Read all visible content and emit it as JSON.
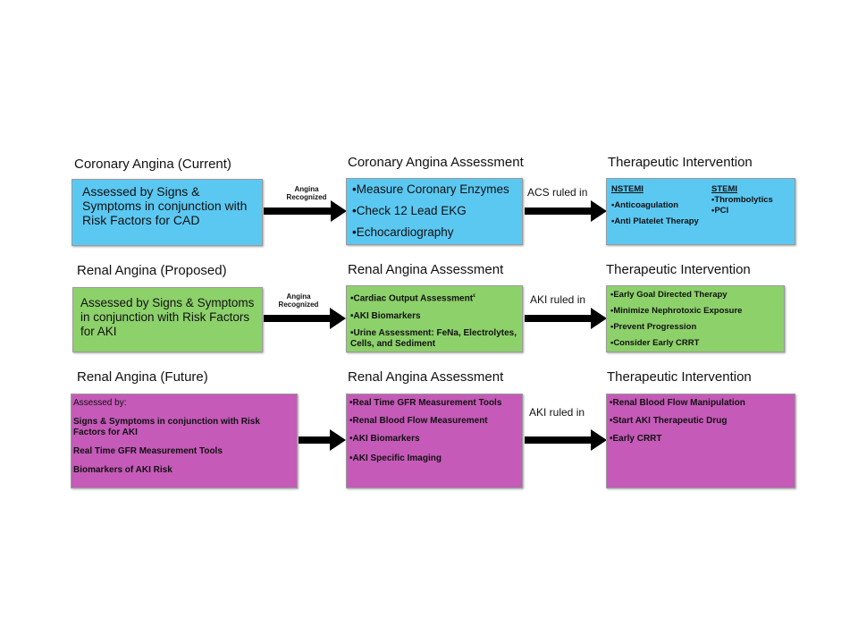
{
  "colors": {
    "blue": "#5bc8f2",
    "green": "#8dd16b",
    "magenta": "#c55ab8",
    "arrow": "#000000"
  },
  "rows": {
    "coronary": {
      "title": "Coronary Angina (Current)",
      "assessment_title": "Coronary Angina Assessment",
      "intervention_title": "Therapeutic Intervention",
      "input_text": "Assessed by Signs & Symptoms in conjunction with Risk Factors for CAD",
      "arrow1_label_line1": "Angina",
      "arrow1_label_line2": "Recognized",
      "assessment_items": [
        "•Measure Coronary Enzymes",
        "•Check 12 Lead EKG",
        "•Echocardiography"
      ],
      "arrow2_label": "ACS ruled in",
      "nstemi_title": "NSTEMI",
      "nstemi_items": [
        "•Anticoagulation",
        "•Anti Platelet Therapy"
      ],
      "stemi_title": "STEMI",
      "stemi_items": [
        "•Thrombolytics",
        "•PCI"
      ]
    },
    "renal_proposed": {
      "title": "Renal Angina (Proposed)",
      "assessment_title": "Renal Angina Assessment",
      "intervention_title": "Therapeutic Intervention",
      "input_text": "Assessed by Signs & Symptoms in conjunction with Risk Factors for AKI",
      "arrow1_label_line1": "Angina",
      "arrow1_label_line2": "Recognized",
      "assessment_items": [
        "•Cardiac Output Assessment",
        "•AKI Biomarkers",
        "•Urine Assessment: FeNa, Electrolytes, Cells, and Sediment"
      ],
      "assessment_superscript": "ε",
      "arrow2_label": "AKI ruled in",
      "intervention_items": [
        "•Early Goal Directed Therapy",
        "•Minimize Nephrotoxic Exposure",
        "•Prevent Progression",
        "•Consider Early CRRT"
      ]
    },
    "renal_future": {
      "title": "Renal Angina (Future)",
      "assessment_title": "Renal Angina Assessment",
      "intervention_title": "Therapeutic Intervention",
      "input_heading": "Assessed by:",
      "input_items": [
        "Signs & Symptoms in conjunction with Risk Factors for AKI",
        "Real Time GFR Measurement Tools",
        "Biomarkers of AKI Risk"
      ],
      "assessment_items": [
        "•Real Time GFR Measurement Tools",
        "•Renal Blood Flow Measurement",
        "•AKI Biomarkers",
        "•AKI Specific Imaging"
      ],
      "arrow2_label": "AKI ruled in",
      "intervention_items": [
        "•Renal Blood Flow Manipulation",
        "•Start AKI Therapeutic Drug",
        "•Early CRRT"
      ]
    }
  }
}
